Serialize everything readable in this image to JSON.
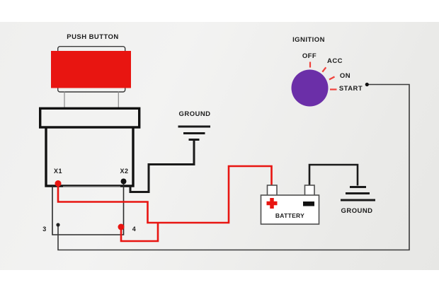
{
  "colors": {
    "red": "#e81511",
    "purple": "#6b2fa8",
    "wire_dark": "#1c1c1c",
    "wire_gray": "#3a3a3a",
    "battery_outline": "#4f4f4f",
    "text": "#1c1c1c"
  },
  "push_button": {
    "label": "PUSH BUTTON",
    "terminal_x1": "X1",
    "terminal_x2": "X2",
    "terminal_3": "3",
    "terminal_4": "4"
  },
  "ignition": {
    "label": "IGNITION",
    "positions": [
      "OFF",
      "ACC",
      "ON",
      "START"
    ]
  },
  "battery": {
    "label": "BATTERY"
  },
  "ground_left": {
    "label": "GROUND"
  },
  "ground_right": {
    "label": "GROUND"
  }
}
